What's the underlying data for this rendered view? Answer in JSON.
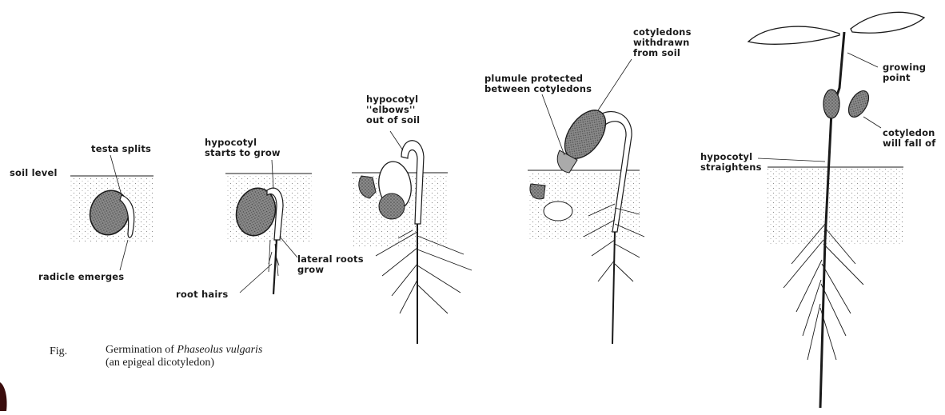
{
  "labels": {
    "testa_splits": "testa splits",
    "soil_level": "soil level",
    "radicle_emerges": "radicle emerges",
    "hypocotyl_starts": "hypocotyl\nstarts to grow",
    "lateral_roots": "lateral roots\ngrow",
    "root_hairs": "root hairs",
    "hypocotyl_elbows": "hypocotyl\n''elbows''\nout of soil",
    "plumule_protected": "plumule protected\nbetween cotyledons",
    "cotyledons_withdrawn": "cotyledons\nwithdrawn\nfrom soil",
    "growing_point": "growing\npoint",
    "cotyledon_fall": "cotyledon\nwill fall of",
    "hypocotyl_straightens": "hypocotyl\nstraightens"
  },
  "caption": {
    "fig": "Fig.",
    "prefix": "Germination of ",
    "species": "Phaseolus vulgaris",
    "line2": "(an epigeal dicotyledon)"
  },
  "colors": {
    "ink": "#1a1a1a",
    "soil_stipple": "#8c8c8c",
    "seed_fill": "#6e6e6e",
    "background": "#ffffff"
  }
}
